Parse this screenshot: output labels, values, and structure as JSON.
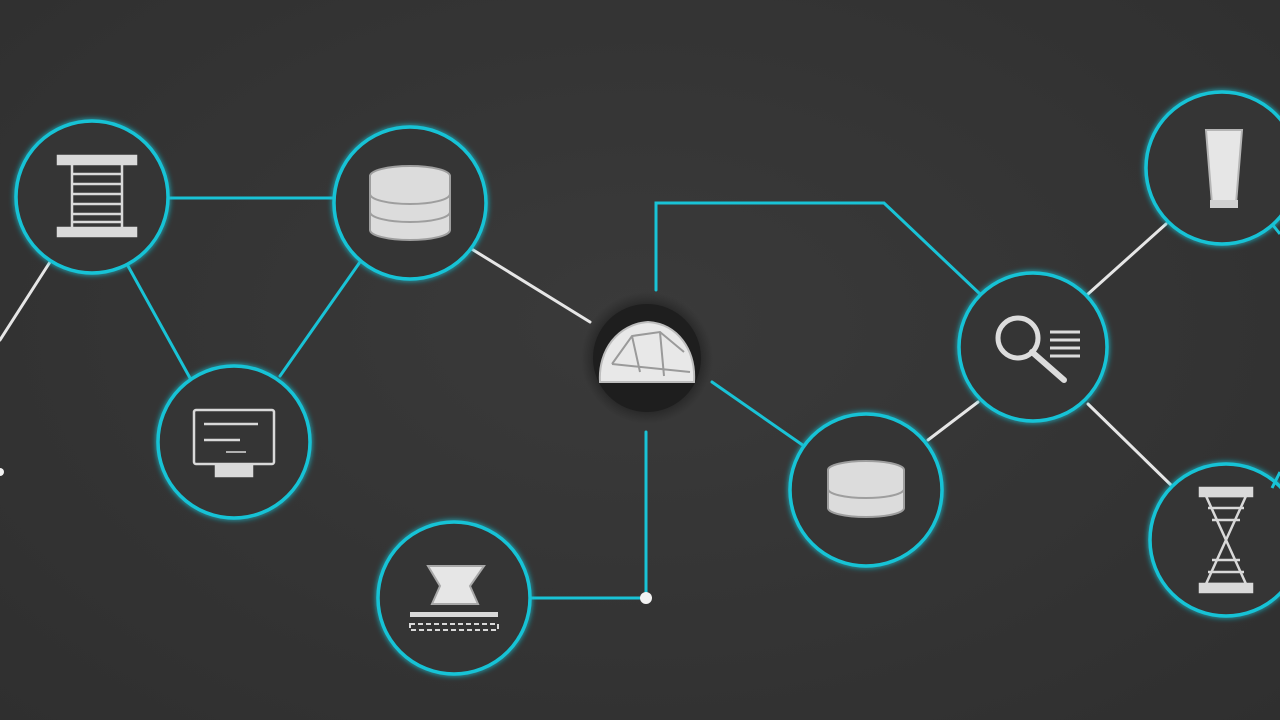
{
  "diagram": {
    "colors": {
      "background": "#353535",
      "accent": "#19c3d6",
      "link_light": "#e6e6e6",
      "icon": "#d9d9d9",
      "hub": "#1f1f1f"
    },
    "nodes": [
      {
        "id": "server-rack",
        "icon": "server-rack-icon"
      },
      {
        "id": "database-top",
        "icon": "database-icon"
      },
      {
        "id": "monitor",
        "icon": "monitor-icon"
      },
      {
        "id": "hub",
        "icon": "cloud-hub-icon"
      },
      {
        "id": "workstation",
        "icon": "anvil-icon"
      },
      {
        "id": "database-bottom",
        "icon": "database-icon"
      },
      {
        "id": "search",
        "icon": "search-document-icon"
      },
      {
        "id": "cylinder",
        "icon": "cylinder-icon"
      },
      {
        "id": "hourglass",
        "icon": "hourglass-icon"
      }
    ],
    "links": [
      {
        "from": "server-rack",
        "to": "database-top",
        "style": "accent"
      },
      {
        "from": "server-rack",
        "to": "monitor",
        "style": "accent"
      },
      {
        "from": "database-top",
        "to": "monitor",
        "style": "accent"
      },
      {
        "from": "database-top",
        "to": "hub",
        "style": "light"
      },
      {
        "from": "hub",
        "to": "search",
        "style": "accent"
      },
      {
        "from": "hub",
        "to": "database-bottom",
        "style": "accent"
      },
      {
        "from": "hub",
        "to": "workstation",
        "style": "accent"
      },
      {
        "from": "database-bottom",
        "to": "search",
        "style": "light"
      },
      {
        "from": "search",
        "to": "cylinder",
        "style": "light"
      },
      {
        "from": "search",
        "to": "hourglass",
        "style": "light"
      }
    ]
  }
}
